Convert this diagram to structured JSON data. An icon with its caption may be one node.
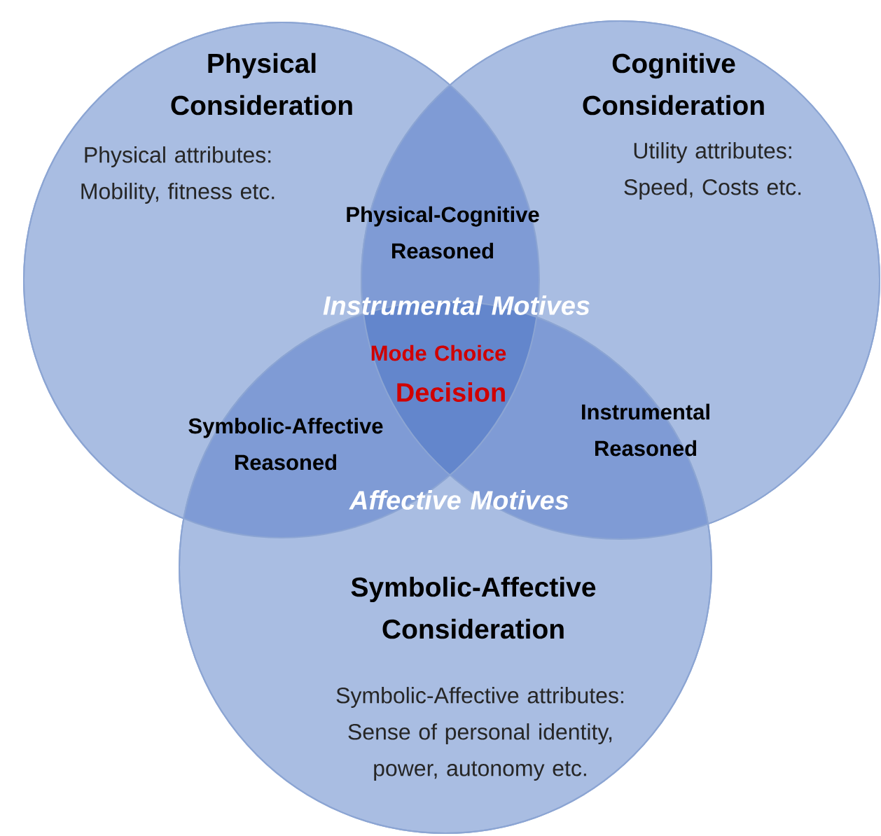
{
  "diagram": {
    "nodes": [
      {
        "text": [
          "Physical Consideration",
          "Physical attributes: Mobility, fitness etc."
        ]
      },
      {
        "text": [
          "Cognitive Consideration",
          "Utility attributes: Speed, Costs etc."
        ]
      },
      {
        "text": [
          "Symbolic-Affective Consideration",
          "Symbolic-Affective attributes: Sense of personal identity, power, autonomy etc."
        ]
      }
    ],
    "labels": [
      "Physical-Cognitive Reasoned",
      "Instrumental Motives",
      "Mode Choice",
      "Decision",
      "Symbolic-Affective Reasoned",
      "Instrumental Reasoned",
      "Affective Motives"
    ]
  }
}
